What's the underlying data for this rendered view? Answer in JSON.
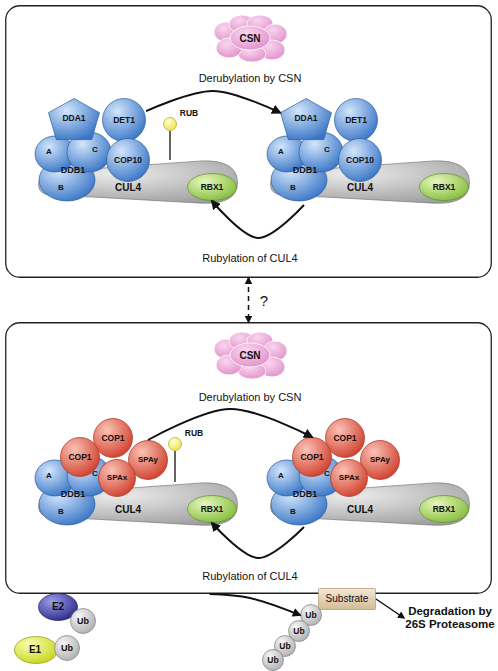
{
  "diagram": {
    "nodes": [
      {
        "text": []
      },
      {
        "text": [
          "CSN"
        ],
        "in": 0
      },
      {
        "text": [
          "DDA1"
        ],
        "in": 0
      },
      {
        "text": [
          "DET1"
        ],
        "in": 0
      },
      {
        "text": [
          "A",
          "C",
          "DDB1",
          "B"
        ],
        "in": 0
      },
      {
        "text": [
          "COP10"
        ],
        "in": 0
      },
      {
        "text": [
          "RUB"
        ],
        "in": 0
      },
      {
        "text": [
          "CUL4"
        ],
        "in": 0
      },
      {
        "text": [
          "RBX1"
        ],
        "in": 0
      },
      {
        "text": [
          "DDA1"
        ],
        "in": 0
      },
      {
        "text": [
          "DET1"
        ],
        "in": 0
      },
      {
        "text": [
          "A",
          "C",
          "DDB1",
          "B"
        ],
        "in": 0
      },
      {
        "text": [
          "COP10"
        ],
        "in": 0
      },
      {
        "text": [
          "CUL4"
        ],
        "in": 0
      },
      {
        "text": [
          "RBX1"
        ],
        "in": 0
      },
      {
        "text": []
      },
      {
        "text": [
          "CSN"
        ],
        "in": 15
      },
      {
        "text": [
          "COP1"
        ],
        "in": 15
      },
      {
        "text": [
          "COP1"
        ],
        "in": 15
      },
      {
        "text": [
          "SPAy"
        ],
        "in": 15
      },
      {
        "text": [
          "SPAx"
        ],
        "in": 15
      },
      {
        "text": [
          "A",
          "C",
          "DDB1",
          "B"
        ],
        "in": 15
      },
      {
        "text": [
          "RUB"
        ],
        "in": 15
      },
      {
        "text": [
          "CUL4"
        ],
        "in": 15
      },
      {
        "text": [
          "RBX1"
        ],
        "in": 15
      },
      {
        "text": [
          "COP1"
        ],
        "in": 15
      },
      {
        "text": [
          "COP1"
        ],
        "in": 15
      },
      {
        "text": [
          "SPAy"
        ],
        "in": 15
      },
      {
        "text": [
          "SPAx"
        ],
        "in": 15
      },
      {
        "text": [
          "A",
          "C",
          "DDB1",
          "B"
        ],
        "in": 15
      },
      {
        "text": [
          "CUL4"
        ],
        "in": 15
      },
      {
        "text": [
          "RBX1"
        ],
        "in": 15
      },
      {
        "text": [
          "E2"
        ]
      },
      {
        "text": [
          "Ub"
        ]
      },
      {
        "text": [
          "E1"
        ]
      },
      {
        "text": [
          "Ub"
        ]
      },
      {
        "text": [
          "Ub"
        ]
      },
      {
        "text": [
          "Ub"
        ]
      },
      {
        "text": [
          "Ub"
        ]
      },
      {
        "text": [
          "Ub"
        ]
      },
      {
        "text": [
          "Substrate"
        ]
      },
      {
        "text": [
          "Degradation by 26S Proteasome"
        ]
      }
    ],
    "edges": [
      {
        "from": 0,
        "to": 15,
        "arrow": "both",
        "label": "?"
      },
      {
        "from": 3,
        "to": 9,
        "arrow": "to",
        "label": "Derubylation by CSN"
      },
      {
        "from": 13,
        "to": 8,
        "arrow": "to",
        "label": "Rubylation of CUL4"
      },
      {
        "from": 6,
        "to": 7,
        "arrow": "none"
      },
      {
        "from": 19,
        "to": 26,
        "arrow": "to",
        "label": "Derubylation by CSN"
      },
      {
        "from": 22,
        "to": 23,
        "arrow": "none"
      },
      {
        "from": 30,
        "to": 24,
        "arrow": "to",
        "label": "Rubylation of CUL4"
      },
      {
        "from": 15,
        "to": 36,
        "arrow": "to"
      },
      {
        "from": 40,
        "to": 41,
        "arrow": "to"
      }
    ]
  }
}
